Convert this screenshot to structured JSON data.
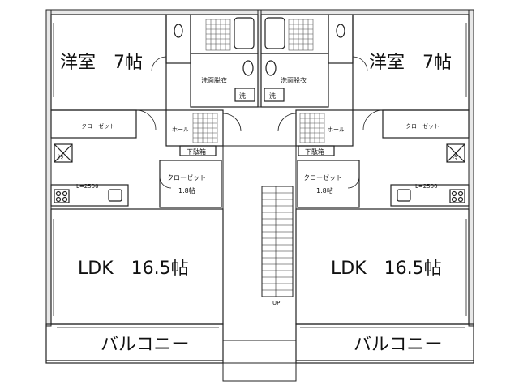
{
  "units": [
    {
      "side": "left",
      "bedroom": "洋室　7帖",
      "closet": "クローゼット",
      "ldk": "LDK　16.5帖",
      "balcony": "バルコニー",
      "washroom": "洗面脱衣",
      "washer": "洗",
      "hall": "ホール",
      "shoe_box": "下駄箱",
      "closet2_name": "クローゼット",
      "closet2_size": "1.8帖",
      "fridge": "冷",
      "kitchen_len": "L=2500"
    },
    {
      "side": "right",
      "bedroom": "洋室　7帖",
      "closet": "クローゼット",
      "ldk": "LDK　16.5帖",
      "balcony": "バルコニー",
      "washroom": "洗面脱衣",
      "washer": "洗",
      "hall": "ホール",
      "shoe_box": "下駄箱",
      "closet2_name": "クローゼット",
      "closet2_size": "1.8帖",
      "fridge": "冷",
      "kitchen_len": "L=2500"
    }
  ],
  "stairs": {
    "label": "UP"
  }
}
